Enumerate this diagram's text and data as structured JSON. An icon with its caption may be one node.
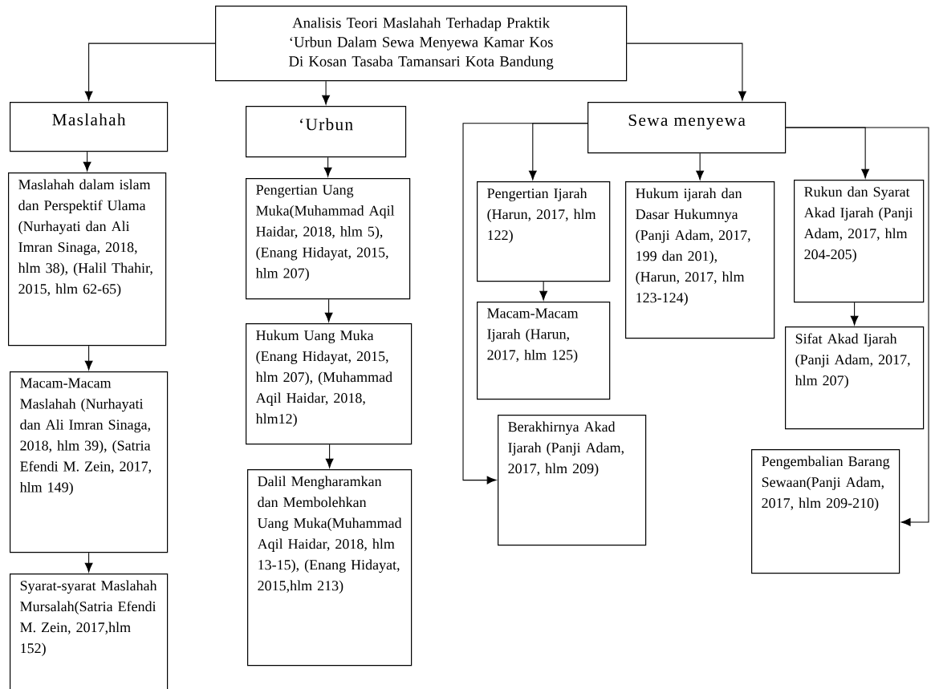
{
  "diagram": {
    "nodes": [
      {
        "text": [
          "Analisis Teori Maslahah Terhadap Praktik ‘Urbun Dalam Sewa Menyewa Kamar Kos Di Kosan Tasaba Tamansari Kota Bandung"
        ]
      },
      {
        "text": [
          "Maslahah"
        ]
      },
      {
        "text": [
          "‘Urbun"
        ]
      },
      {
        "text": [
          "Sewa menyewa"
        ]
      },
      {
        "text": [
          "Maslahah dalam islam dan Perspektif Ulama (Nurhayati dan Ali Imran Sinaga, 2018, hlm 38), (Halil Thahir, 2015, hlm 62-65)"
        ]
      },
      {
        "text": [
          "Macam-Macam Maslahah (Nurhayati dan Ali Imran Sinaga, 2018, hlm 39), (Satria Efendi M. Zein, 2017, hlm 149)"
        ]
      },
      {
        "text": [
          "Syarat-syarat Maslahah Mursalah(Satria Efendi M. Zein, 2017,hlm 152)"
        ]
      },
      {
        "text": [
          "Pengertian Uang Muka(Muhammad Aqil Haidar, 2018, hlm 5), (Enang Hidayat, 2015, hlm 207)"
        ]
      },
      {
        "text": [
          "Hukum Uang Muka (Enang Hidayat, 2015, hlm 207), (Muhammad Aqil Haidar, 2018, hlm12)"
        ]
      },
      {
        "text": [
          "Dalil Mengharamkan dan Membolehkan Uang Muka(Muhammad Aqil Haidar, 2018, hlm 13-15), (Enang Hidayat, 2015,hlm 213)"
        ]
      },
      {
        "text": [
          "Pengertian Ijarah (Harun, 2017, hlm 122)"
        ]
      },
      {
        "text": [
          "Macam-Macam Ijarah (Harun, 2017, hlm 125)"
        ]
      },
      {
        "text": [
          "Hukum ijarah dan Dasar Hukumnya (Panji Adam, 2017, 199 dan 201), (Harun, 2017, hlm 123-124)"
        ]
      },
      {
        "text": [
          "Rukun dan Syarat Akad Ijarah (Panji Adam, 2017, hlm 204-205)"
        ]
      },
      {
        "text": [
          "Sifat Akad Ijarah (Panji Adam, 2017, hlm 207)"
        ]
      },
      {
        "text": [
          "Berakhirnya Akad Ijarah (Panji Adam, 2017, hlm 209)"
        ]
      },
      {
        "text": [
          "Pengembalian Barang Sewaan(Panji Adam, 2017, hlm 209-210)"
        ]
      }
    ],
    "edges": [
      {
        "from": 0,
        "to": 1,
        "arrow": "to"
      },
      {
        "from": 0,
        "to": 2,
        "arrow": "to"
      },
      {
        "from": 0,
        "to": 3,
        "arrow": "to"
      },
      {
        "from": 1,
        "to": 4,
        "arrow": "to"
      },
      {
        "from": 4,
        "to": 5,
        "arrow": "to"
      },
      {
        "from": 5,
        "to": 6,
        "arrow": "to"
      },
      {
        "from": 2,
        "to": 7,
        "arrow": "to"
      },
      {
        "from": 7,
        "to": 8,
        "arrow": "to"
      },
      {
        "from": 8,
        "to": 9,
        "arrow": "to"
      },
      {
        "from": 3,
        "to": 10,
        "arrow": "to"
      },
      {
        "from": 3,
        "to": 15,
        "arrow": "to"
      },
      {
        "from": 3,
        "to": 12,
        "arrow": "to"
      },
      {
        "from": 3,
        "to": 13,
        "arrow": "to"
      },
      {
        "from": 3,
        "to": 16,
        "arrow": "to"
      },
      {
        "from": 10,
        "to": 11,
        "arrow": "to"
      },
      {
        "from": 13,
        "to": 14,
        "arrow": "to"
      }
    ]
  }
}
